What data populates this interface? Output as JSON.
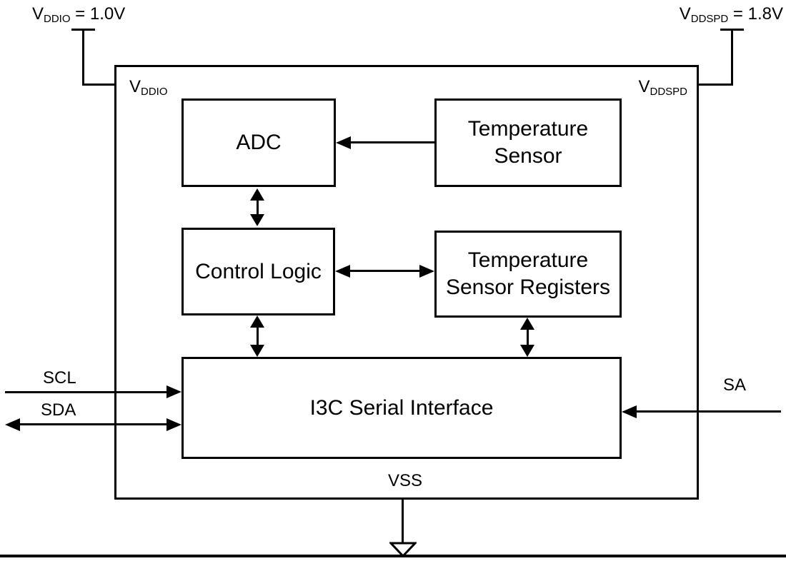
{
  "power": {
    "vddio": {
      "base": "V",
      "sub": "DDIO",
      "suffix": " = 1.0V"
    },
    "vddspd": {
      "base": "V",
      "sub": "DDSPD",
      "suffix": " = 1.8V"
    }
  },
  "pins": {
    "vddio": {
      "base": "V",
      "sub": "DDIO"
    },
    "vddspd": {
      "base": "V",
      "sub": "DDSPD"
    },
    "vss": "VSS",
    "scl": "SCL",
    "sda": "SDA",
    "sa": "SA"
  },
  "blocks": {
    "adc": "ADC",
    "temp_sensor_line1": "Temperature",
    "temp_sensor_line2": "Sensor",
    "control_logic": "Control Logic",
    "temp_registers_line1": "Temperature",
    "temp_registers_line2": "Sensor Registers",
    "i3c": "I3C Serial Interface"
  }
}
